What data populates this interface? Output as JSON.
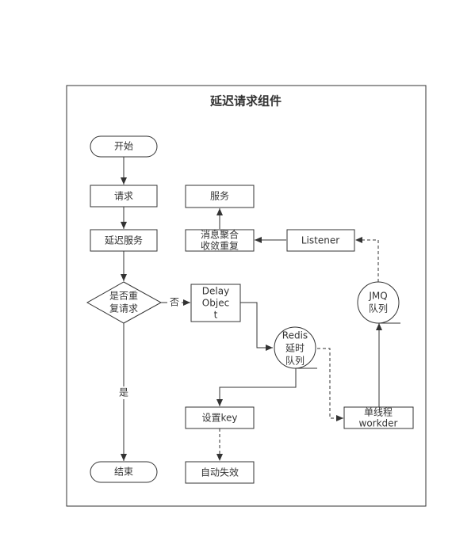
{
  "title": "延迟请求组件",
  "nodes": {
    "start": "开始",
    "request": "请求",
    "delay_service": "延迟服务",
    "decision": [
      "是否重",
      "复请求"
    ],
    "delay_object": [
      "Delay",
      "Objec",
      "t"
    ],
    "redis_queue": [
      "Redis",
      "延时",
      "队列"
    ],
    "set_key": "设置key",
    "auto_expire": "自动失效",
    "end": "结束",
    "service": "服务",
    "merge": [
      "消息聚合",
      "收敛重复"
    ],
    "listener": "Listener",
    "jmq_queue": [
      "JMQ",
      "队列"
    ],
    "worker": [
      "单线程",
      "workder"
    ]
  },
  "edge_labels": {
    "no": "否",
    "yes": "是"
  }
}
